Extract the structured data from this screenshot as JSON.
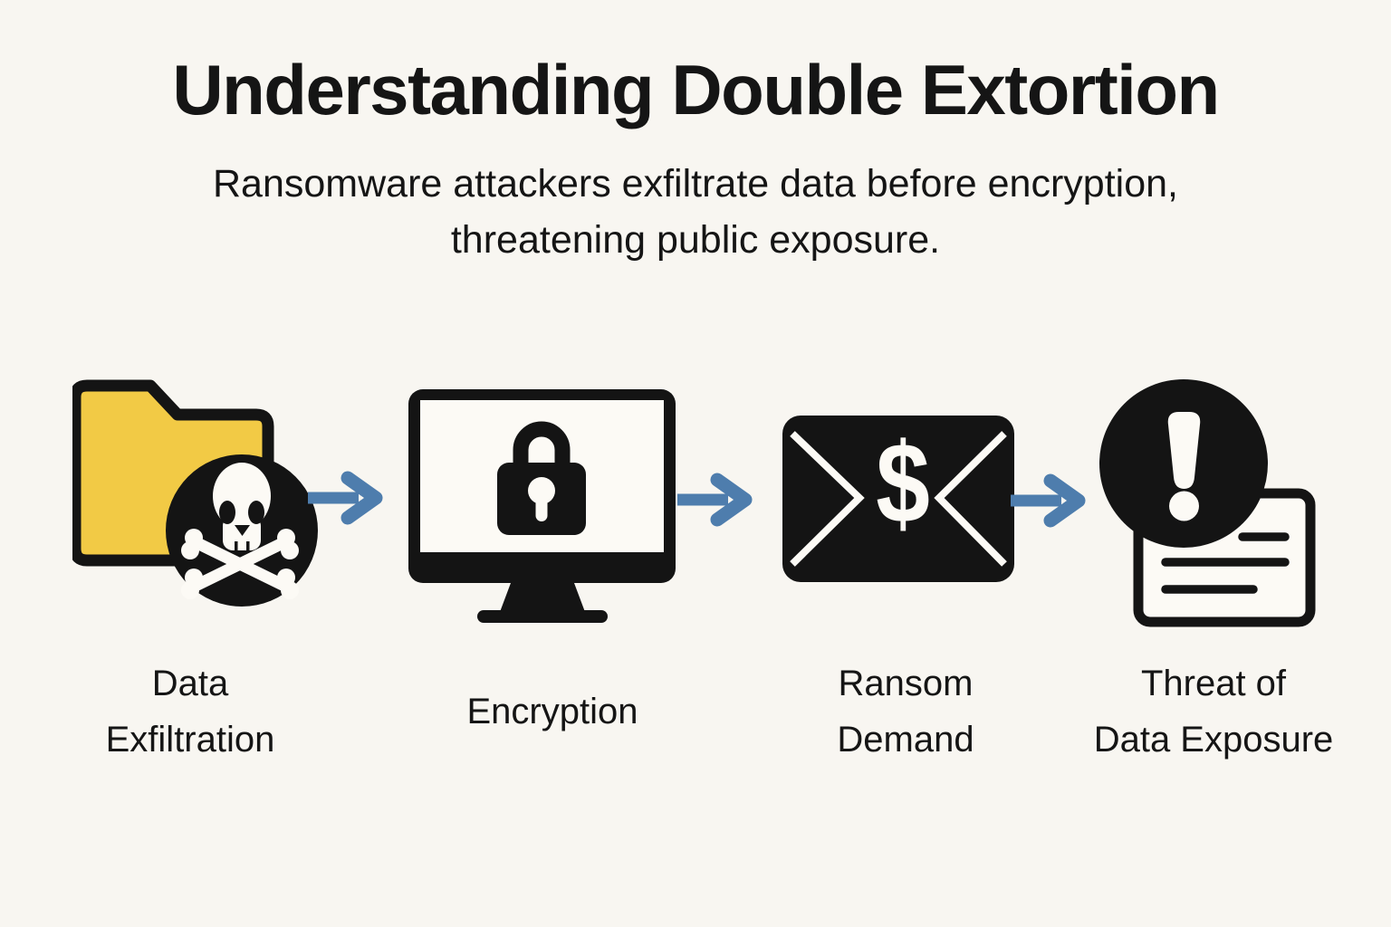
{
  "header": {
    "title": "Understanding Double Extortion",
    "subtitle": "Ransomware attackers exfiltrate data before encryption,\nthreatening public exposure."
  },
  "flow": {
    "steps": [
      {
        "label": "Data\nExfiltration",
        "icon": "folder-skull-icon"
      },
      {
        "label": "Encryption",
        "icon": "monitor-lock-icon"
      },
      {
        "label": "Ransom\nDemand",
        "icon": "envelope-dollar-icon"
      },
      {
        "label": "Threat of\nData Exposure",
        "icon": "alert-document-icon"
      }
    ],
    "connector_icon": "arrow-right-icon",
    "envelope_currency_symbol": "$"
  },
  "colors": {
    "background": "#F8F6F1",
    "ink": "#151515",
    "icon_black": "#141414",
    "folder_yellow": "#F2CA45",
    "arrow_blue": "#4E7DAD",
    "paper_white": "#FCFAF5"
  }
}
